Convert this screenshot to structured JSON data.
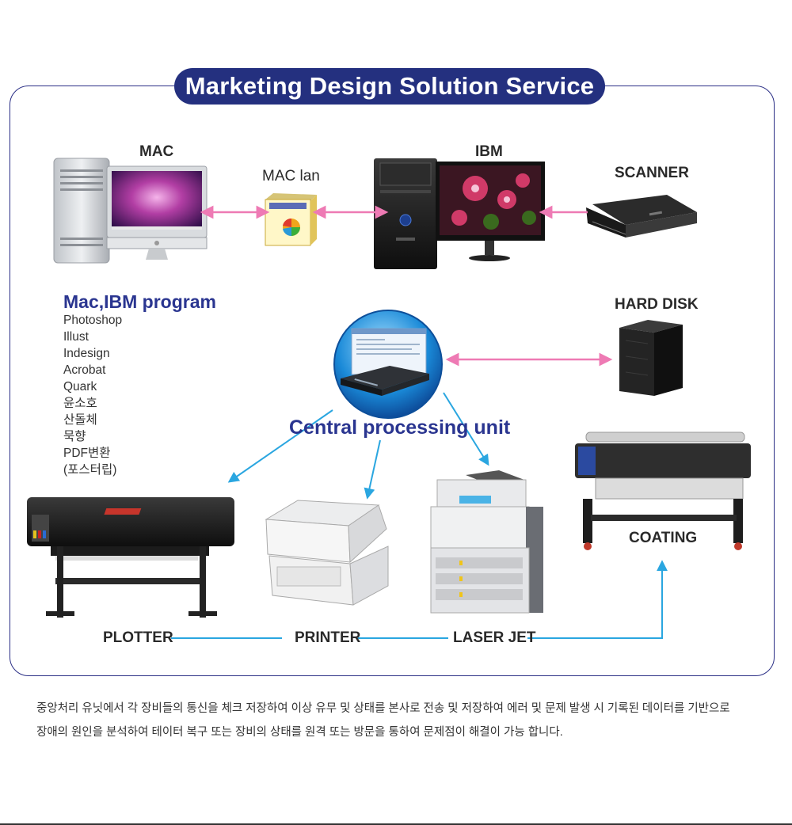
{
  "title": "Marketing Design Solution Service",
  "nodes": {
    "mac": "MAC",
    "mac_lan": "MAC lan",
    "ibm": "IBM",
    "scanner": "SCANNER",
    "hard_disk": "HARD DISK",
    "cpu": "Central processing unit",
    "plotter": "PLOTTER",
    "printer": "PRINTER",
    "laser_jet": "LASER JET",
    "coating": "COATING"
  },
  "programs": {
    "heading": "Mac,IBM program",
    "items": [
      "Photoshop",
      "Illust",
      "Indesign",
      "Acrobat",
      "Quark",
      "윤소호",
      "산돌체",
      "묵향",
      "PDF변환",
      "(포스터립)"
    ]
  },
  "description": [
    "중앙처리 유닛에서 각 장비들의 통신을 체크 저장하여 이상 유무 및 상태를 본사로 전송 및 저장하여 에러 및 문제 발생 시 기록된 데이터를 기반으로",
    "장애의 원인을 분석하여 테이터 복구 또는 장비의 상태를 원격 또는 방문을 통하여 문제점이 해결이 가능 합니다."
  ],
  "colors": {
    "navy": "#24307f",
    "pink_arrow": "#ee7ab4",
    "blue_arrow": "#2aa6e0"
  }
}
